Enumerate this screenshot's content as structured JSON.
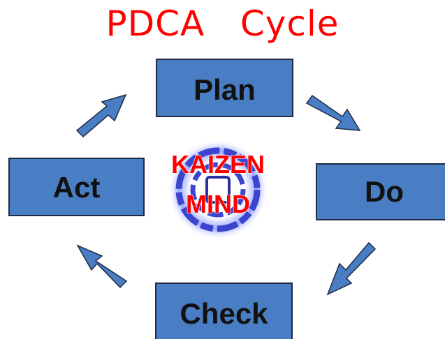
{
  "title": "PDCA   Cycle",
  "colors": {
    "title": "#ff0000",
    "box_fill": "#4a7ec4",
    "box_stroke": "#1f2a44",
    "arrow_fill": "#4a7ec4",
    "label": "#111111",
    "logo_text": "#ff0000",
    "logo_ring": "#3b45cf"
  },
  "stages": {
    "plan": "Plan",
    "do": "Do",
    "check": "Check",
    "act": "Act"
  },
  "logo": {
    "line1": "KAIZEN",
    "line2": "MIND"
  }
}
